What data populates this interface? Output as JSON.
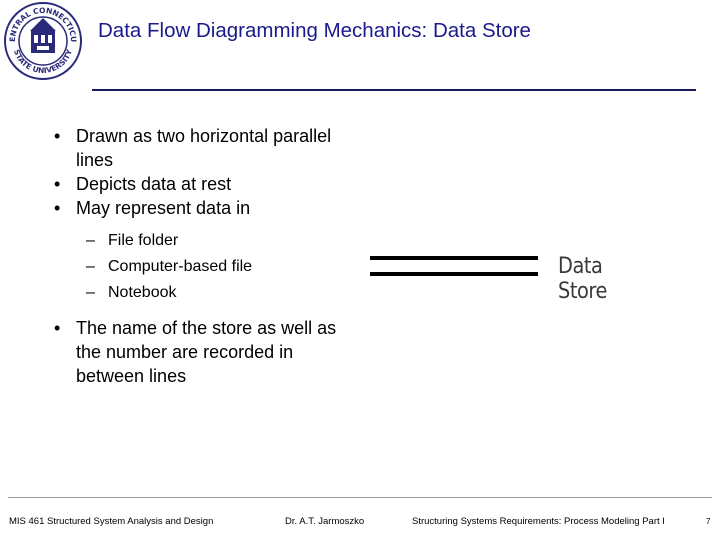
{
  "slide": {
    "title": "Data Flow Diagramming Mechanics: Data Store",
    "logo": {
      "icon": "university-seal-icon",
      "text_top": "CENTRAL CONNECTICUT",
      "text_bottom": "STATE UNIVERSITY"
    },
    "bullets": [
      {
        "marker": "•",
        "text": "Drawn as two horizontal parallel lines"
      },
      {
        "marker": "•",
        "text": "Depicts data at rest"
      },
      {
        "marker": "•",
        "text": "May represent data in"
      }
    ],
    "sub_bullets": [
      {
        "marker": "–",
        "text": "File folder"
      },
      {
        "marker": "–",
        "text": "Computer-based file"
      },
      {
        "marker": "–",
        "text": "Notebook"
      }
    ],
    "last_bullet": {
      "marker": "•",
      "text": "The name of the store as well as the number are recorded in between lines"
    },
    "figure_label": "Data Store"
  },
  "footer": {
    "course": "MIS 461 Structured System Analysis and Design",
    "author": "Dr. A.T. Jarmoszko",
    "topic": "Structuring Systems Requirements: Process Modeling Part I",
    "page": "7"
  },
  "colors": {
    "title": "#1a1a8c",
    "seal": "#2a2a7a"
  }
}
